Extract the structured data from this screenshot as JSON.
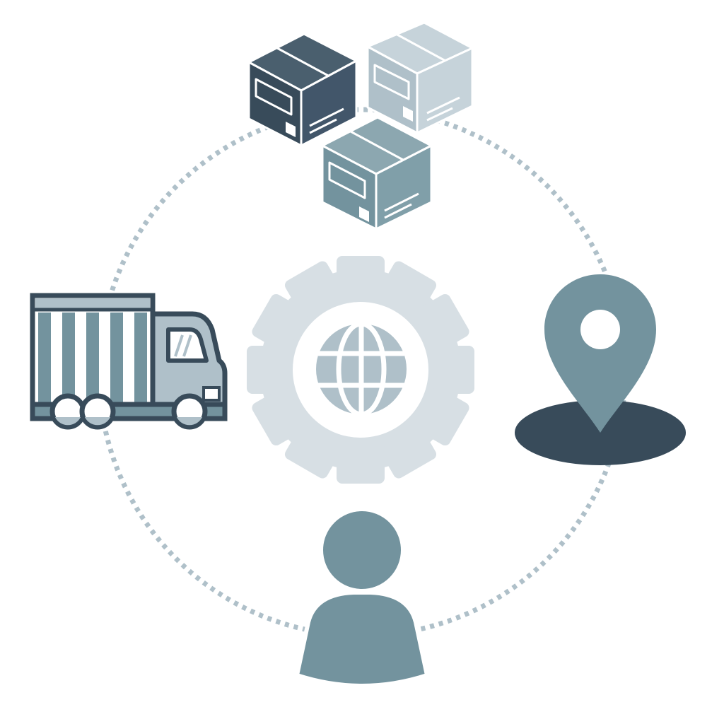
{
  "diagram": {
    "nodes": [
      {
        "id": "packages",
        "icon": "packages-icon",
        "position": "top"
      },
      {
        "id": "delivery-truck",
        "icon": "delivery-truck-icon",
        "position": "left"
      },
      {
        "id": "location",
        "icon": "location-pin-icon",
        "position": "right"
      },
      {
        "id": "customer",
        "icon": "person-icon",
        "position": "bottom"
      }
    ],
    "center": {
      "id": "global-settings",
      "icon": "gear-globe-icon"
    },
    "connector": {
      "style": "dotted-circle"
    }
  },
  "colors": {
    "dark": "#384b5a",
    "mid": "#73939e",
    "light": "#afc0c9",
    "pale": "#d7dfe4",
    "white": "#ffffff"
  }
}
